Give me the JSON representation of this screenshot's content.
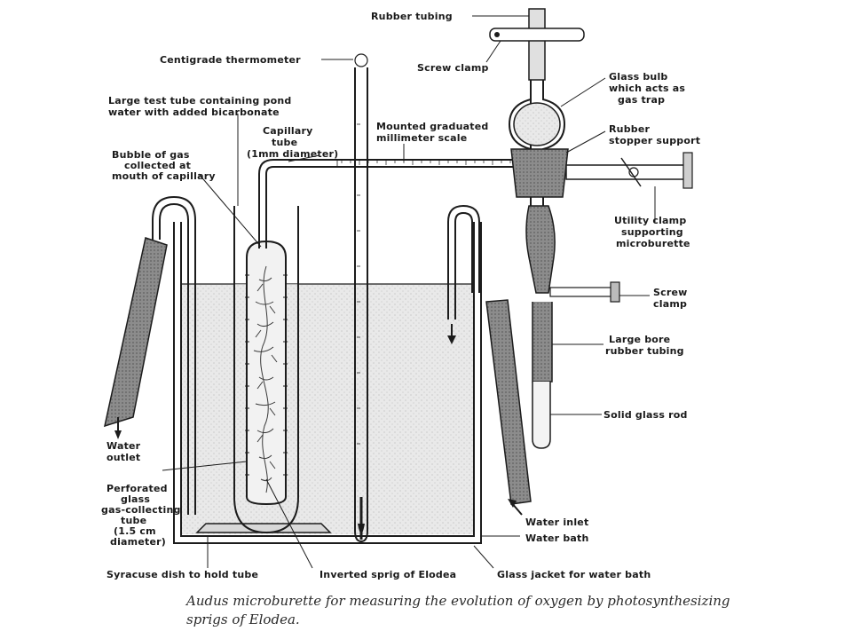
{
  "labels": {
    "rubber_tubing": "Rubber tubing",
    "screw_clamp_top": "Screw clamp",
    "glass_bulb": [
      "Glass bulb",
      "which acts as",
      "gas trap"
    ],
    "centigrade_thermometer": "Centigrade thermometer",
    "large_test_tube": [
      "Large test tube containing pond",
      "water with added bicarbonate"
    ],
    "capillary_tube": [
      "Capillary",
      "tube",
      "(1mm diameter)"
    ],
    "mounted_scale": [
      "Mounted graduated",
      "millimeter scale"
    ],
    "rubber_stopper": [
      "Rubber",
      "stopper support"
    ],
    "bubble_of_gas": [
      "Bubble of gas",
      "collected at",
      "mouth of capillary"
    ],
    "utility_clamp": [
      "Utility clamp",
      "supporting",
      "microburette"
    ],
    "screw_clamp_side": [
      "Screw",
      "clamp"
    ],
    "large_bore_tubing": [
      "Large bore",
      "rubber tubing"
    ],
    "solid_glass_rod": "Solid glass rod",
    "water_outlet": [
      "Water",
      "outlet"
    ],
    "perforated_tube": [
      "Perforated",
      "glass",
      "gas-collecting",
      "tube",
      "(1.5 cm",
      "diameter)"
    ],
    "water_inlet": "Water inlet",
    "water_bath": "Water bath",
    "syracuse_dish": "Syracuse dish to hold tube",
    "inverted_sprig": "Inverted sprig of Elodea",
    "glass_jacket": "Glass jacket for water bath"
  },
  "caption": {
    "line1": "Audus microburette for measuring the evolution of oxygen by photosynthesizing",
    "line2": "sprigs of Elodea."
  }
}
